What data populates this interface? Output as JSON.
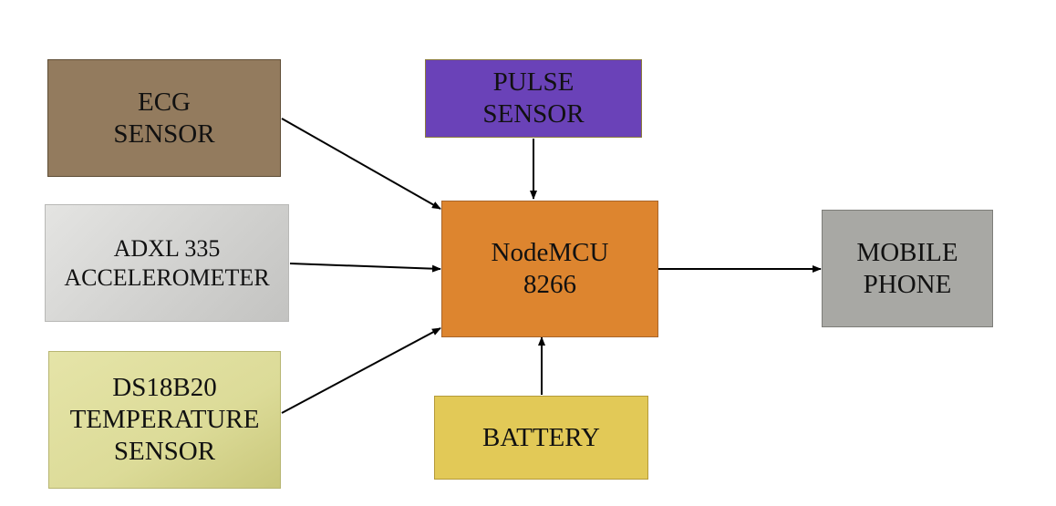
{
  "blocks": {
    "ecg": {
      "lines": [
        "ECG",
        "SENSOR"
      ]
    },
    "adxl": {
      "lines": [
        "ADXL 335",
        "ACCELEROMETER"
      ]
    },
    "ds18": {
      "lines": [
        "DS18B20",
        "TEMPERATURE",
        "SENSOR"
      ]
    },
    "pulse": {
      "lines": [
        "PULSE",
        "SENSOR"
      ]
    },
    "node": {
      "lines": [
        "NodeMCU",
        "8266"
      ]
    },
    "mobile": {
      "lines": [
        "MOBILE",
        "PHONE"
      ]
    },
    "battery": {
      "lines": [
        "BATTERY"
      ]
    }
  },
  "connections": [
    {
      "from": "ecg",
      "to": "node"
    },
    {
      "from": "adxl",
      "to": "node"
    },
    {
      "from": "ds18",
      "to": "node"
    },
    {
      "from": "pulse",
      "to": "node"
    },
    {
      "from": "battery",
      "to": "node"
    },
    {
      "from": "node",
      "to": "mobile"
    }
  ]
}
